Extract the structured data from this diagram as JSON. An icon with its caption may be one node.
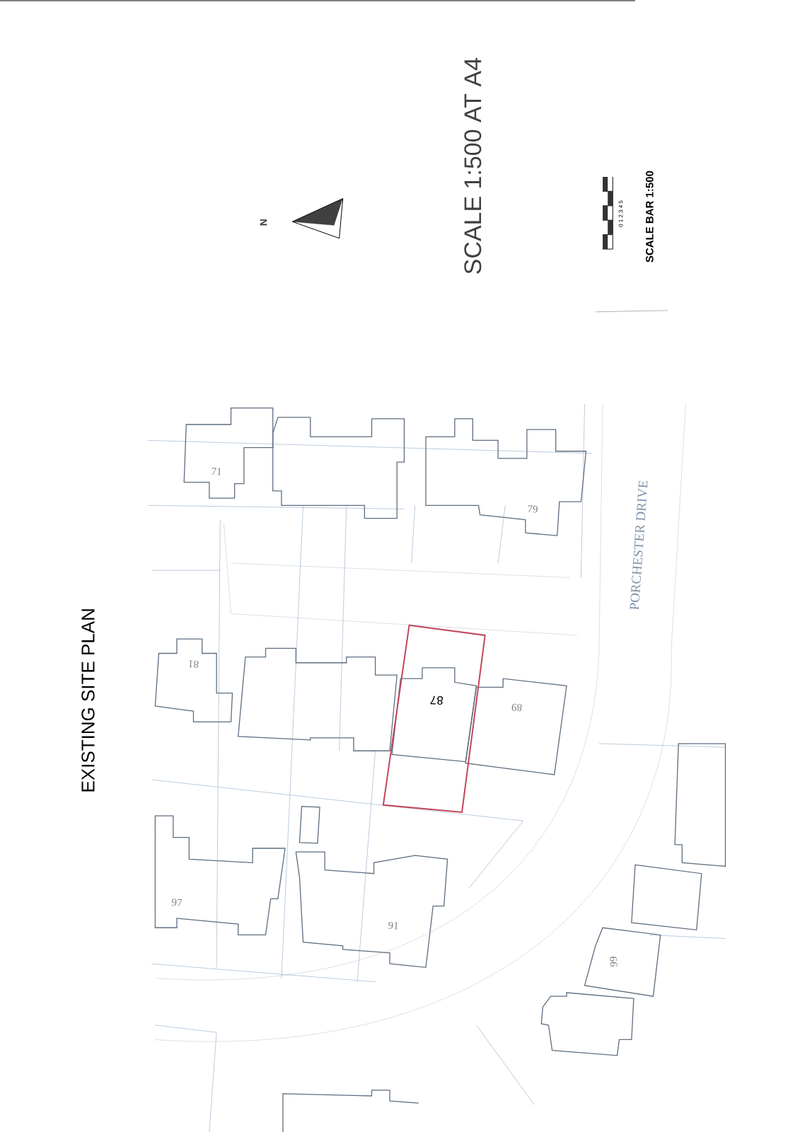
{
  "diagram": {
    "title": "EXISTING SITE PLAN",
    "labels": [
      "SCALE 1:500 AT A4",
      "N",
      "0 1 2 3 4 5",
      "SCALE BAR 1:500",
      "71",
      "79",
      "PORCHESTER DRIVE",
      "81",
      "87",
      "89",
      "97",
      "91",
      "99"
    ]
  }
}
